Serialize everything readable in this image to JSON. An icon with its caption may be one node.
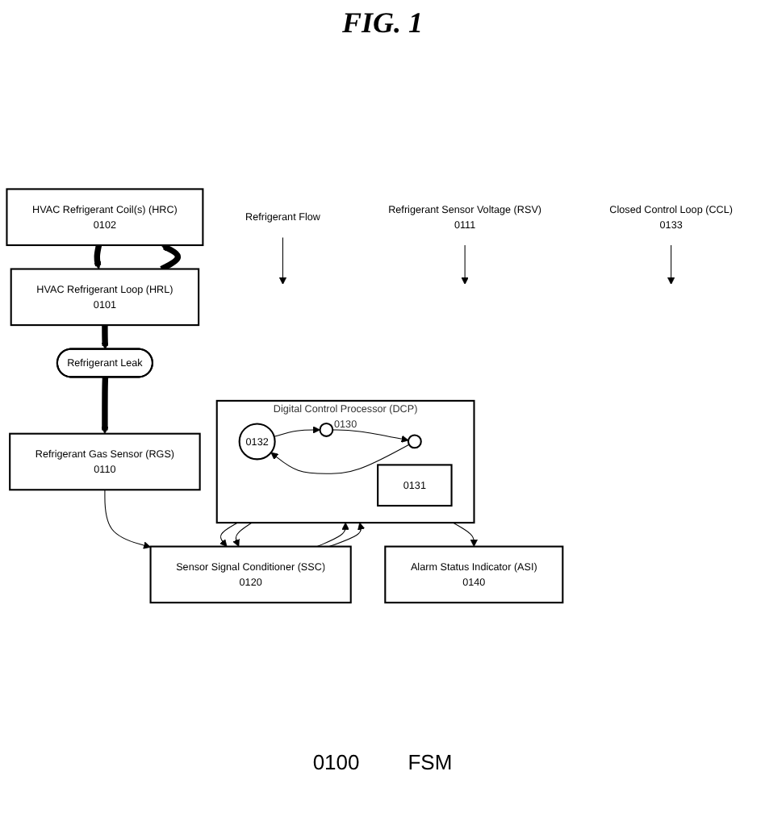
{
  "diagram": {
    "title": "FIG. 1",
    "nodes": [
      {
        "text": [
          "Refrigerant Flow"
        ]
      },
      {
        "text": [
          "HVAC Refrigerant Coil(s) (HRC)",
          "0102"
        ]
      },
      {
        "text": [
          "HVAC Refrigerant Loop (HRL)",
          "0101"
        ]
      },
      {
        "text": [
          "Refrigerant Leak"
        ]
      },
      {
        "text": [
          "Refrigerant Gas Sensor (RGS)",
          "0110"
        ]
      },
      {
        "text": [
          "Closed Control Loop (CCL)",
          "0133"
        ]
      },
      {
        "text": [
          "Sensor Signal Conditioner (SSC)",
          "0120"
        ]
      },
      {
        "text": [
          "Refrigerant Sensor Voltage (RSV)",
          "0111"
        ]
      },
      {
        "text": [
          "Digital Control Processor (DCP)",
          "0130"
        ]
      },
      {
        "text": [
          "0132"
        ],
        "in": 8
      },
      {
        "text": [],
        "shape": "circle",
        "in": 8
      },
      {
        "text": [],
        "shape": "circle",
        "in": 8
      },
      {
        "text": [
          "0131"
        ],
        "in": 8
      },
      {
        "text": [
          "Alarm Status Indicator (ASI)",
          "0140"
        ]
      }
    ],
    "edges": [
      {
        "from": 0,
        "to": null,
        "arrow": "to"
      },
      {
        "from": 1,
        "to": 2,
        "arrow": "to",
        "style": "thick"
      },
      {
        "from": 2,
        "to": 1,
        "arrow": "to",
        "style": "thick"
      },
      {
        "from": 2,
        "to": 3,
        "arrow": "to",
        "style": "thick"
      },
      {
        "from": 3,
        "to": 4,
        "arrow": "to",
        "style": "thick"
      },
      {
        "from": 4,
        "to": 6,
        "arrow": "to"
      },
      {
        "from": 7,
        "to": null,
        "arrow": "to"
      },
      {
        "from": 5,
        "to": null,
        "arrow": "to"
      },
      {
        "from": 8,
        "to": 6,
        "arrow": "to"
      },
      {
        "from": 8,
        "to": 6,
        "arrow": "to"
      },
      {
        "from": 6,
        "to": 8,
        "arrow": "to"
      },
      {
        "from": 6,
        "to": 8,
        "arrow": "to"
      },
      {
        "from": 8,
        "to": 13,
        "arrow": "to"
      },
      {
        "from": 10,
        "to": 9,
        "arrow": "to"
      },
      {
        "from": 9,
        "to": 11,
        "arrow": "to"
      },
      {
        "from": 11,
        "to": 10,
        "arrow": "to"
      }
    ],
    "labels": [
      "0100",
      "FSM"
    ]
  }
}
